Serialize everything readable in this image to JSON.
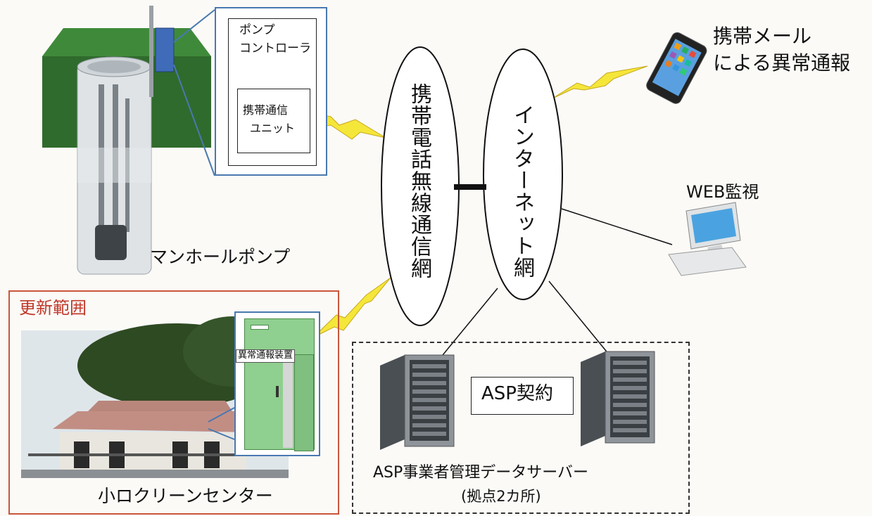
{
  "labels": {
    "pump_controller": [
      "ポンプ",
      "コントローラ"
    ],
    "comm_unit": [
      "携帯通信",
      "ユニット"
    ],
    "manhole_pump": "マンホールポンプ",
    "update_scope": "更新範囲",
    "alarm_device": "異常通報装置",
    "center": "小ロクリーンセンター",
    "mobile_network": "携帯電話無線通信網",
    "internet": "インターネット網",
    "mobile_mail": [
      "携帯メール",
      "による異常通報"
    ],
    "web_monitor": "WEB監視",
    "asp_contract": "ASP契約",
    "asp_servers": [
      "ASP事業者管理データサーバー",
      "(拠点2カ所)"
    ]
  },
  "colors": {
    "update_border": "#c8563a",
    "update_text": "#c0392b",
    "callout_border": "#4a78b0",
    "lightning": "#f5e63a",
    "cabinet": "#8fcf8f"
  },
  "icons": [
    "manhole-pump-illustration",
    "smartphone-icon",
    "computer-icon",
    "server-rack-icon",
    "lightning-icon",
    "building-photo"
  ]
}
